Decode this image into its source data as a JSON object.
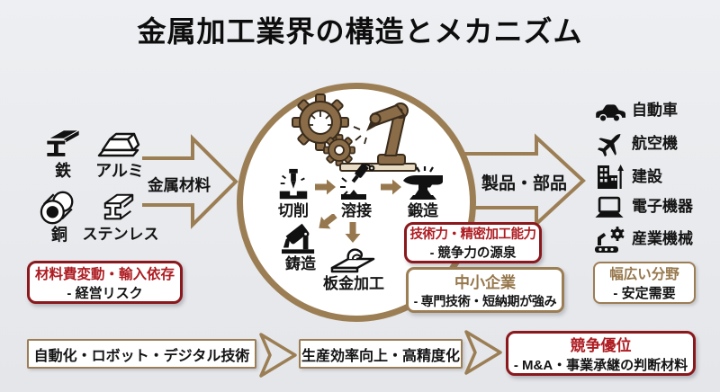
{
  "title": "金属加工業界の構造とメカニズム",
  "materials": {
    "items": [
      {
        "name": "鉄",
        "icon": "steel-ibeam-icon"
      },
      {
        "name": "アルミ",
        "icon": "aluminum-ingot-icon"
      },
      {
        "name": "銅",
        "icon": "copper-pipe-icon"
      },
      {
        "name": "ステンレス",
        "icon": "stainless-beam-icon"
      }
    ],
    "risk_box": {
      "line1": "材料費変動・輸入依存",
      "line2": "- 経営リスク"
    }
  },
  "flow": {
    "input_label": "金属材料",
    "output_label": "製品・部品"
  },
  "processes": {
    "items": [
      {
        "name": "切削",
        "icon": "cutting-icon"
      },
      {
        "name": "溶接",
        "icon": "welding-icon"
      },
      {
        "name": "鍛造",
        "icon": "forging-icon"
      },
      {
        "name": "鋳造",
        "icon": "casting-icon"
      },
      {
        "name": "板金加工",
        "icon": "sheet-metal-icon"
      }
    ]
  },
  "strength_box": {
    "line1": "技術力・精密加工能力",
    "line2": "- 競争力の源泉"
  },
  "sme_box": {
    "line1": "中小企業",
    "line2": "- 専門技術・短納期が強み"
  },
  "industries": {
    "items": [
      {
        "name": "自動車",
        "icon": "car-icon"
      },
      {
        "name": "航空機",
        "icon": "airplane-icon"
      },
      {
        "name": "建設",
        "icon": "building-icon"
      },
      {
        "name": "電子機器",
        "icon": "laptop-icon"
      },
      {
        "name": "産業機械",
        "icon": "machinery-icon"
      }
    ],
    "demand_box": {
      "line1": "幅広い分野",
      "line2": "- 安定需要"
    }
  },
  "bottom_flow": {
    "step1": "自動化・ロボット・デジタル技術",
    "step2": "生産効率向上・高精度化",
    "result": {
      "line1": "競争優位",
      "line2": "- M&A・事業承継の判断材料"
    }
  },
  "colors": {
    "tan": "#9c7e55",
    "dark_red": "#8a181c",
    "red_text": "#ae1c22",
    "brown_fill": "#8a6c48",
    "background": "#e8eaed"
  }
}
